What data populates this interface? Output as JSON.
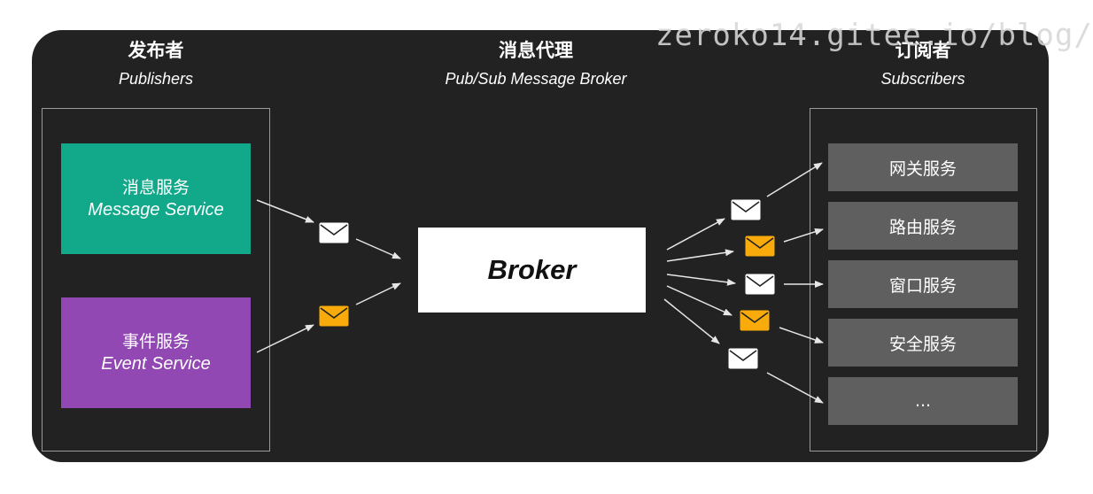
{
  "publishers": {
    "title_zh": "发布者",
    "title_en": "Publishers"
  },
  "broker_header": {
    "title_zh": "消息代理",
    "title_en": "Pub/Sub Message Broker"
  },
  "subscribers": {
    "title_zh": "订阅者",
    "title_en": "Subscribers"
  },
  "services": [
    {
      "zh": "消息服务",
      "en": "Message Service",
      "color": "#12a98b"
    },
    {
      "zh": "事件服务",
      "en": "Event Service",
      "color": "#9248b3"
    }
  ],
  "broker": {
    "label": "Broker"
  },
  "subscriber_items": [
    "网关服务",
    "路由服务",
    "窗口服务",
    "安全服务",
    "..."
  ],
  "message_icon": "envelope-icon",
  "message_colors": {
    "white": "#ffffff",
    "orange": "#f8ab0b"
  },
  "watermark": "zeroko14.gitee.io/blog/"
}
